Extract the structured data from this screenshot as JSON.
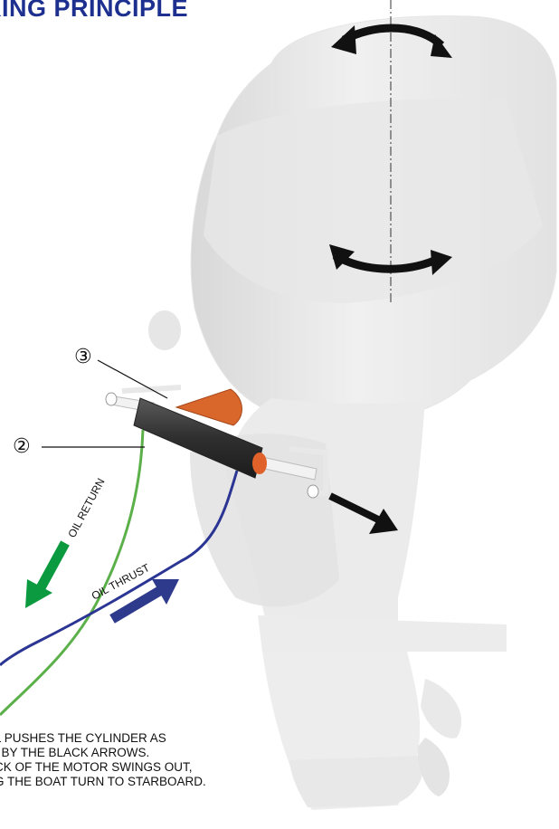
{
  "title": "KING PRINCIPLE",
  "callouts": {
    "three": "③",
    "two": "②"
  },
  "lines": {
    "return_label": "OIL RETURN",
    "thrust_label": "OIL THRUST"
  },
  "caption": [
    "L PUSHES THE CYLINDER AS",
    "I BY THE BLACK ARROWS.",
    "CK OF THE MOTOR SWINGS OUT,",
    "G THE BOAT TURN TO STARBOARD."
  ],
  "colors": {
    "title": "#1d2f8f",
    "return_line": "#3aa336",
    "thrust_line": "#2b3593",
    "return_arrow": "#0b9a3f",
    "thrust_arrow": "#2e3a8c",
    "cylinder": "#3b3b3b",
    "valve": "#d9662b",
    "motor": "#eeeeee"
  },
  "icons": [
    "rotation-arrow-icon",
    "push-arrow-icon",
    "flow-arrow-icon"
  ]
}
